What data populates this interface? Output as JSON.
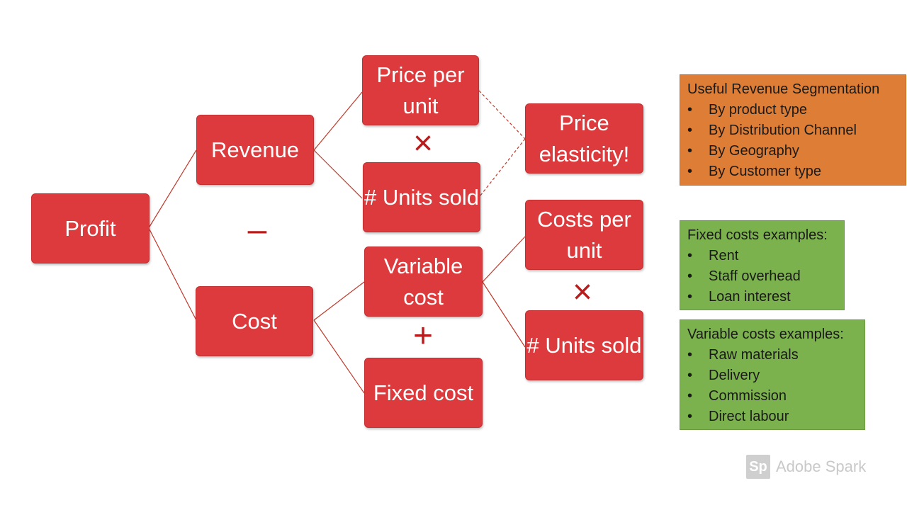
{
  "nodes": {
    "profit": "Profit",
    "revenue": "Revenue",
    "cost": "Cost",
    "price_per_unit": "Price per unit",
    "units_sold_top": "# Units sold",
    "variable_cost": "Variable cost",
    "fixed_cost": "Fixed cost",
    "price_elasticity": "Price elasticity!",
    "costs_per_unit": "Costs per unit",
    "units_sold_bottom": "# Units sold"
  },
  "operators": {
    "minus": "–",
    "times_top": "×",
    "plus": "+",
    "times_bottom": "×"
  },
  "panels": {
    "revenue_segmentation": {
      "title": "Useful Revenue Segmentation",
      "items": [
        "By product type",
        "By Distribution Channel",
        "By Geography",
        "By Customer type"
      ]
    },
    "fixed_costs": {
      "title": "Fixed costs examples:",
      "items": [
        "Rent",
        "Staff overhead",
        "Loan interest"
      ]
    },
    "variable_costs": {
      "title": "Variable costs examples:",
      "items": [
        "Raw materials",
        "Delivery",
        "Commission",
        "Direct labour"
      ]
    }
  },
  "watermark": {
    "logo": "Sp",
    "text": "Adobe Spark"
  },
  "colors": {
    "node_fill": "#dc3a3c",
    "connector": "#c0392b",
    "operator": "#b91c1c",
    "panel_orange": "#dd7d36",
    "panel_green": "#7cb24e"
  }
}
